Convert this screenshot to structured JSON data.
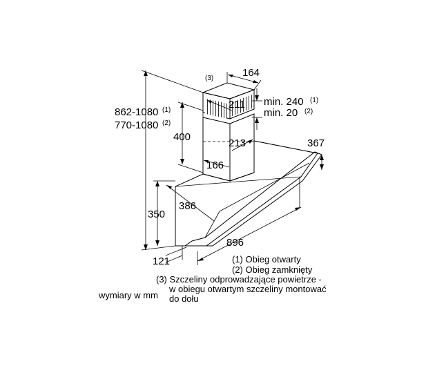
{
  "dimensions": {
    "top_width": "164",
    "chimney_inner": "211",
    "gap_a": "min. 240",
    "gap_a_note": "(1)",
    "gap_b": "min. 20",
    "gap_b_note": "(2)",
    "total_a": "862-1080",
    "total_a_note": "(1)",
    "total_b": "770-1080",
    "total_b_note": "(2)",
    "chimney_height": "400",
    "chimney_depth": "213",
    "chimney_width": "166",
    "hood_depth_right": "367",
    "hood_depth": "386",
    "hood_height": "350",
    "hood_width": "896",
    "front_depth": "121",
    "vent_note_label": "(3)"
  },
  "notes": {
    "line1": "(1) Obieg otwarty",
    "line2": "(2) Obieg zamknięty",
    "line3": "(3) Szczeliny odprowadzające powietrze -",
    "line4": "w obiegu otwartym szczeliny montować",
    "line5": "do dołu",
    "units": "wymiary w mm"
  }
}
